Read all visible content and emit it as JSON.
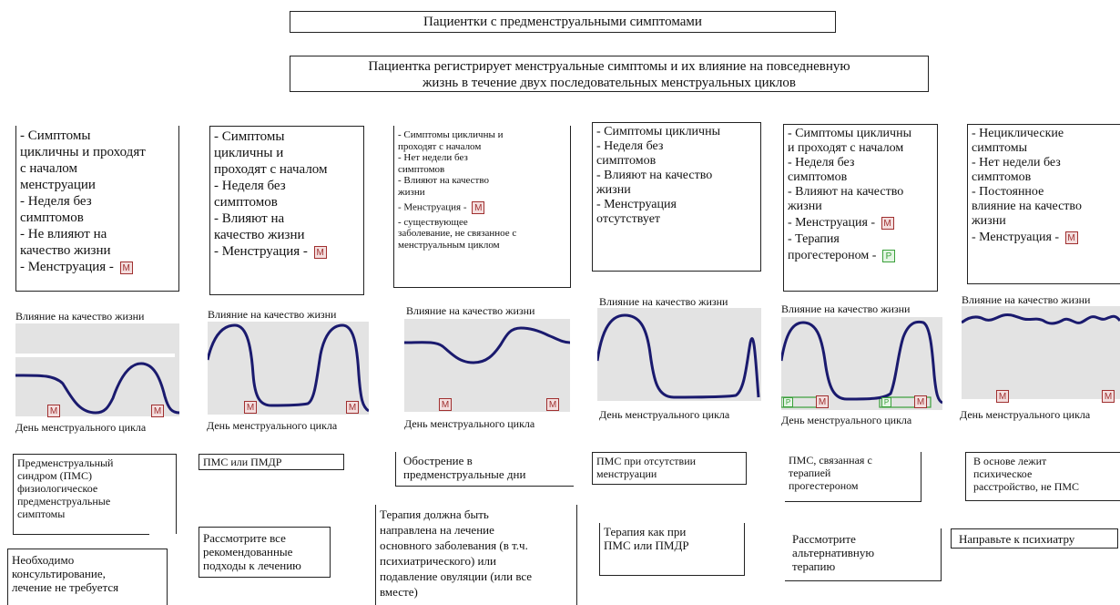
{
  "top_box": "Пациентки с предменструальными симптомами",
  "second_box": {
    "line1": "Пациентка регистрирует менструальные симптомы и их влияние на повседневную",
    "line2": "жизнь в течение двух последовательных менструальных циклов"
  },
  "qol_label": "Влияние на качество жизни",
  "day_label": "День менструального цикла",
  "icons": {
    "menstruation": "M",
    "progesterone": "P"
  },
  "colors": {
    "curve": "#1a1a6e",
    "graph_bg": "#e3e3e3",
    "m_icon": "#a03030",
    "p_icon": "#3aa03a"
  },
  "columns": [
    {
      "symptoms": [
        "- Симптомы",
        "цикличны и проходят",
        "с началом",
        "менструации",
        "- Неделя без",
        "симптомов",
        "- Не влияют на",
        "качество жизни",
        "- Менструация - "
      ],
      "diagnosis": [
        "Предменструальный",
        "синдром (ПМС)",
        "физиологическое",
        "предменструальные",
        "симптомы"
      ],
      "recommendation": [
        "Необходимо",
        "консультирование,",
        "лечение не требуется"
      ]
    },
    {
      "symptoms": [
        "- Симптомы",
        "цикличны и",
        "проходят с началом",
        "- Неделя без",
        "симптомов",
        "- Влияют на",
        "качество жизни",
        "- Менструация - "
      ],
      "diagnosis": [
        "ПМС или ПМДР"
      ],
      "recommendation": [
        "Рассмотрите все",
        "рекомендованные",
        "подходы к лечению"
      ]
    },
    {
      "symptoms": [
        "- Симптомы цикличны и",
        "проходят с началом",
        "- Нет недели без",
        "симптомов",
        "- Влияют на качество",
        "жизни",
        "- Менструация - ",
        "-  существующее",
        "заболевание, не связанное с",
        "менструальным циклом"
      ],
      "diagnosis": [
        "Обострение в",
        "предменструальные дни"
      ],
      "recommendation": [
        "Терапия должна быть",
        "направлена на лечение",
        "основного заболевания (в т.ч.",
        "психиатрического) или",
        "подавление овуляции (или все",
        "вместе)"
      ]
    },
    {
      "symptoms": [
        "- Симптомы цикличны",
        "- Неделя без",
        "симптомов",
        "- Влияют на качество",
        "жизни",
        "- Менструация",
        "отсутствует"
      ],
      "diagnosis": [
        "ПМС при отсутствии",
        "менструации"
      ],
      "recommendation": [
        "Терапия как при",
        "ПМС или ПМДР"
      ]
    },
    {
      "symptoms": [
        "- Симптомы цикличны",
        "и проходят с началом",
        "- Неделя без",
        "симптомов",
        "- Влияют на качество",
        "жизни",
        "- Менструация - ",
        "- Терапия",
        "прогестероном - "
      ],
      "diagnosis": [
        "ПМС, связанная с",
        "терапией",
        "прогестероном"
      ],
      "recommendation": [
        "Рассмотрите",
        "альтернативную",
        "терапию"
      ]
    },
    {
      "symptoms": [
        "- Нециклические",
        "симптомы",
        "- Нет недели без",
        "симптомов",
        "- Постоянное",
        "влияние на качество",
        "жизни",
        "- Менструация - "
      ],
      "diagnosis": [
        "В основе лежит",
        "психическое",
        "расстройство, не ПМС"
      ],
      "recommendation": [
        "Направьте к психиатру"
      ]
    }
  ]
}
